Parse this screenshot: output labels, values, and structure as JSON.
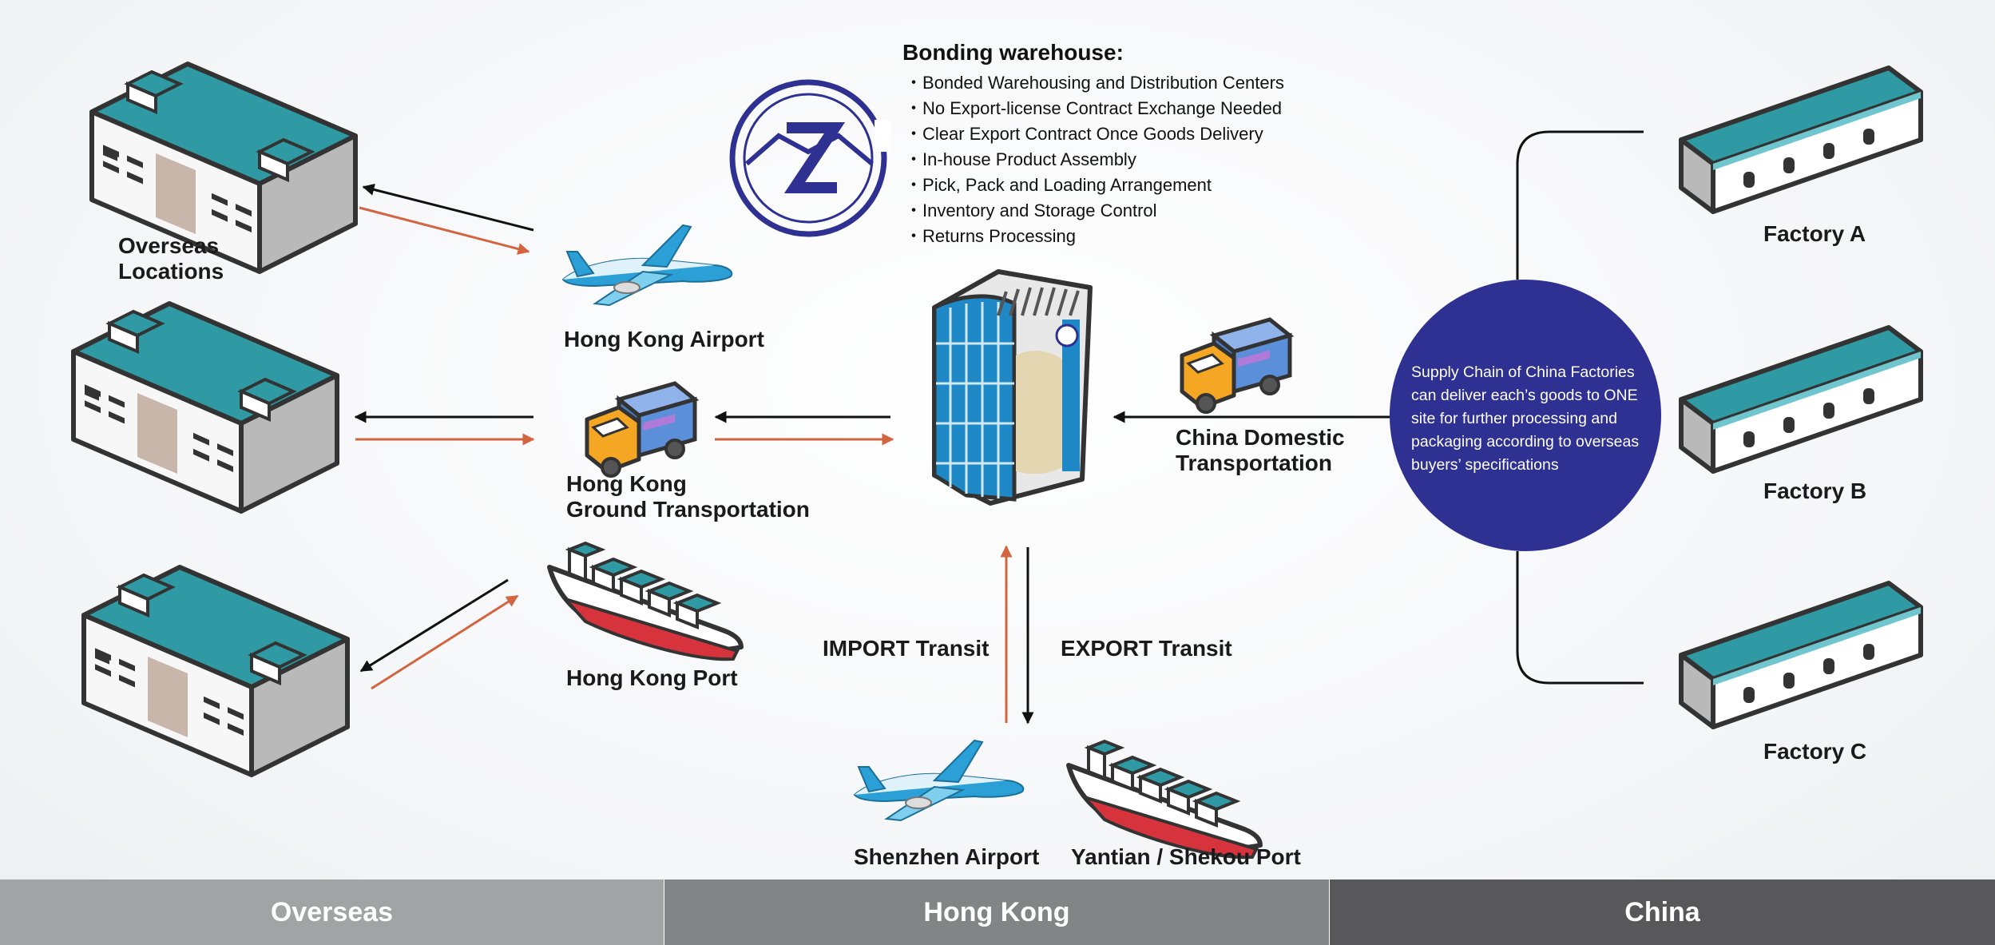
{
  "bonding": {
    "title": "Bonding warehouse:",
    "items": [
      "Bonded Warehousing and Distribution Centers",
      "No Export-license Contract Exchange Needed",
      "Clear Export Contract Once Goods Delivery",
      "In-house Product Assembly",
      "Pick, Pack and Loading Arrangement",
      "Inventory and Storage Control",
      "Returns Processing"
    ]
  },
  "labels": {
    "overseas_1": "Overseas",
    "overseas_2": "Locations",
    "hk_airport": "Hong Kong Airport",
    "hk_ground_1": "Hong Kong",
    "hk_ground_2": "Ground Transportation",
    "hk_port": "Hong Kong Port",
    "china_domestic_1": "China Domestic",
    "china_domestic_2": "Transportation",
    "import_transit": "IMPORT Transit",
    "export_transit": "EXPORT Transit",
    "shenzhen_airport": "Shenzhen Airport",
    "yantian_port": "Yantian / Shekou Port",
    "factory_a": "Factory A",
    "factory_b": "Factory B",
    "factory_c": "Factory C"
  },
  "supply_chain_text": "Supply Chain of China Factories can deliver each’s goods to ONE site for further processing and packaging according to overseas buyers’ specifications",
  "regions": [
    "Overseas",
    "Hong Kong",
    "China"
  ],
  "colors": {
    "teal": "#2f9aa3",
    "navy": "#2e3191",
    "orange_arrow": "#d2643f",
    "black_arrow": "#111111",
    "plane_blue": "#2aa0d6",
    "truck_orange": "#f5a623",
    "truck_blue": "#5b8fd9"
  },
  "icons": [
    "warehouse-icon",
    "airplane-icon",
    "truck-icon",
    "cargo-ship-icon",
    "bonded-warehouse-tower-icon",
    "factory-icon",
    "company-logo-icon"
  ]
}
